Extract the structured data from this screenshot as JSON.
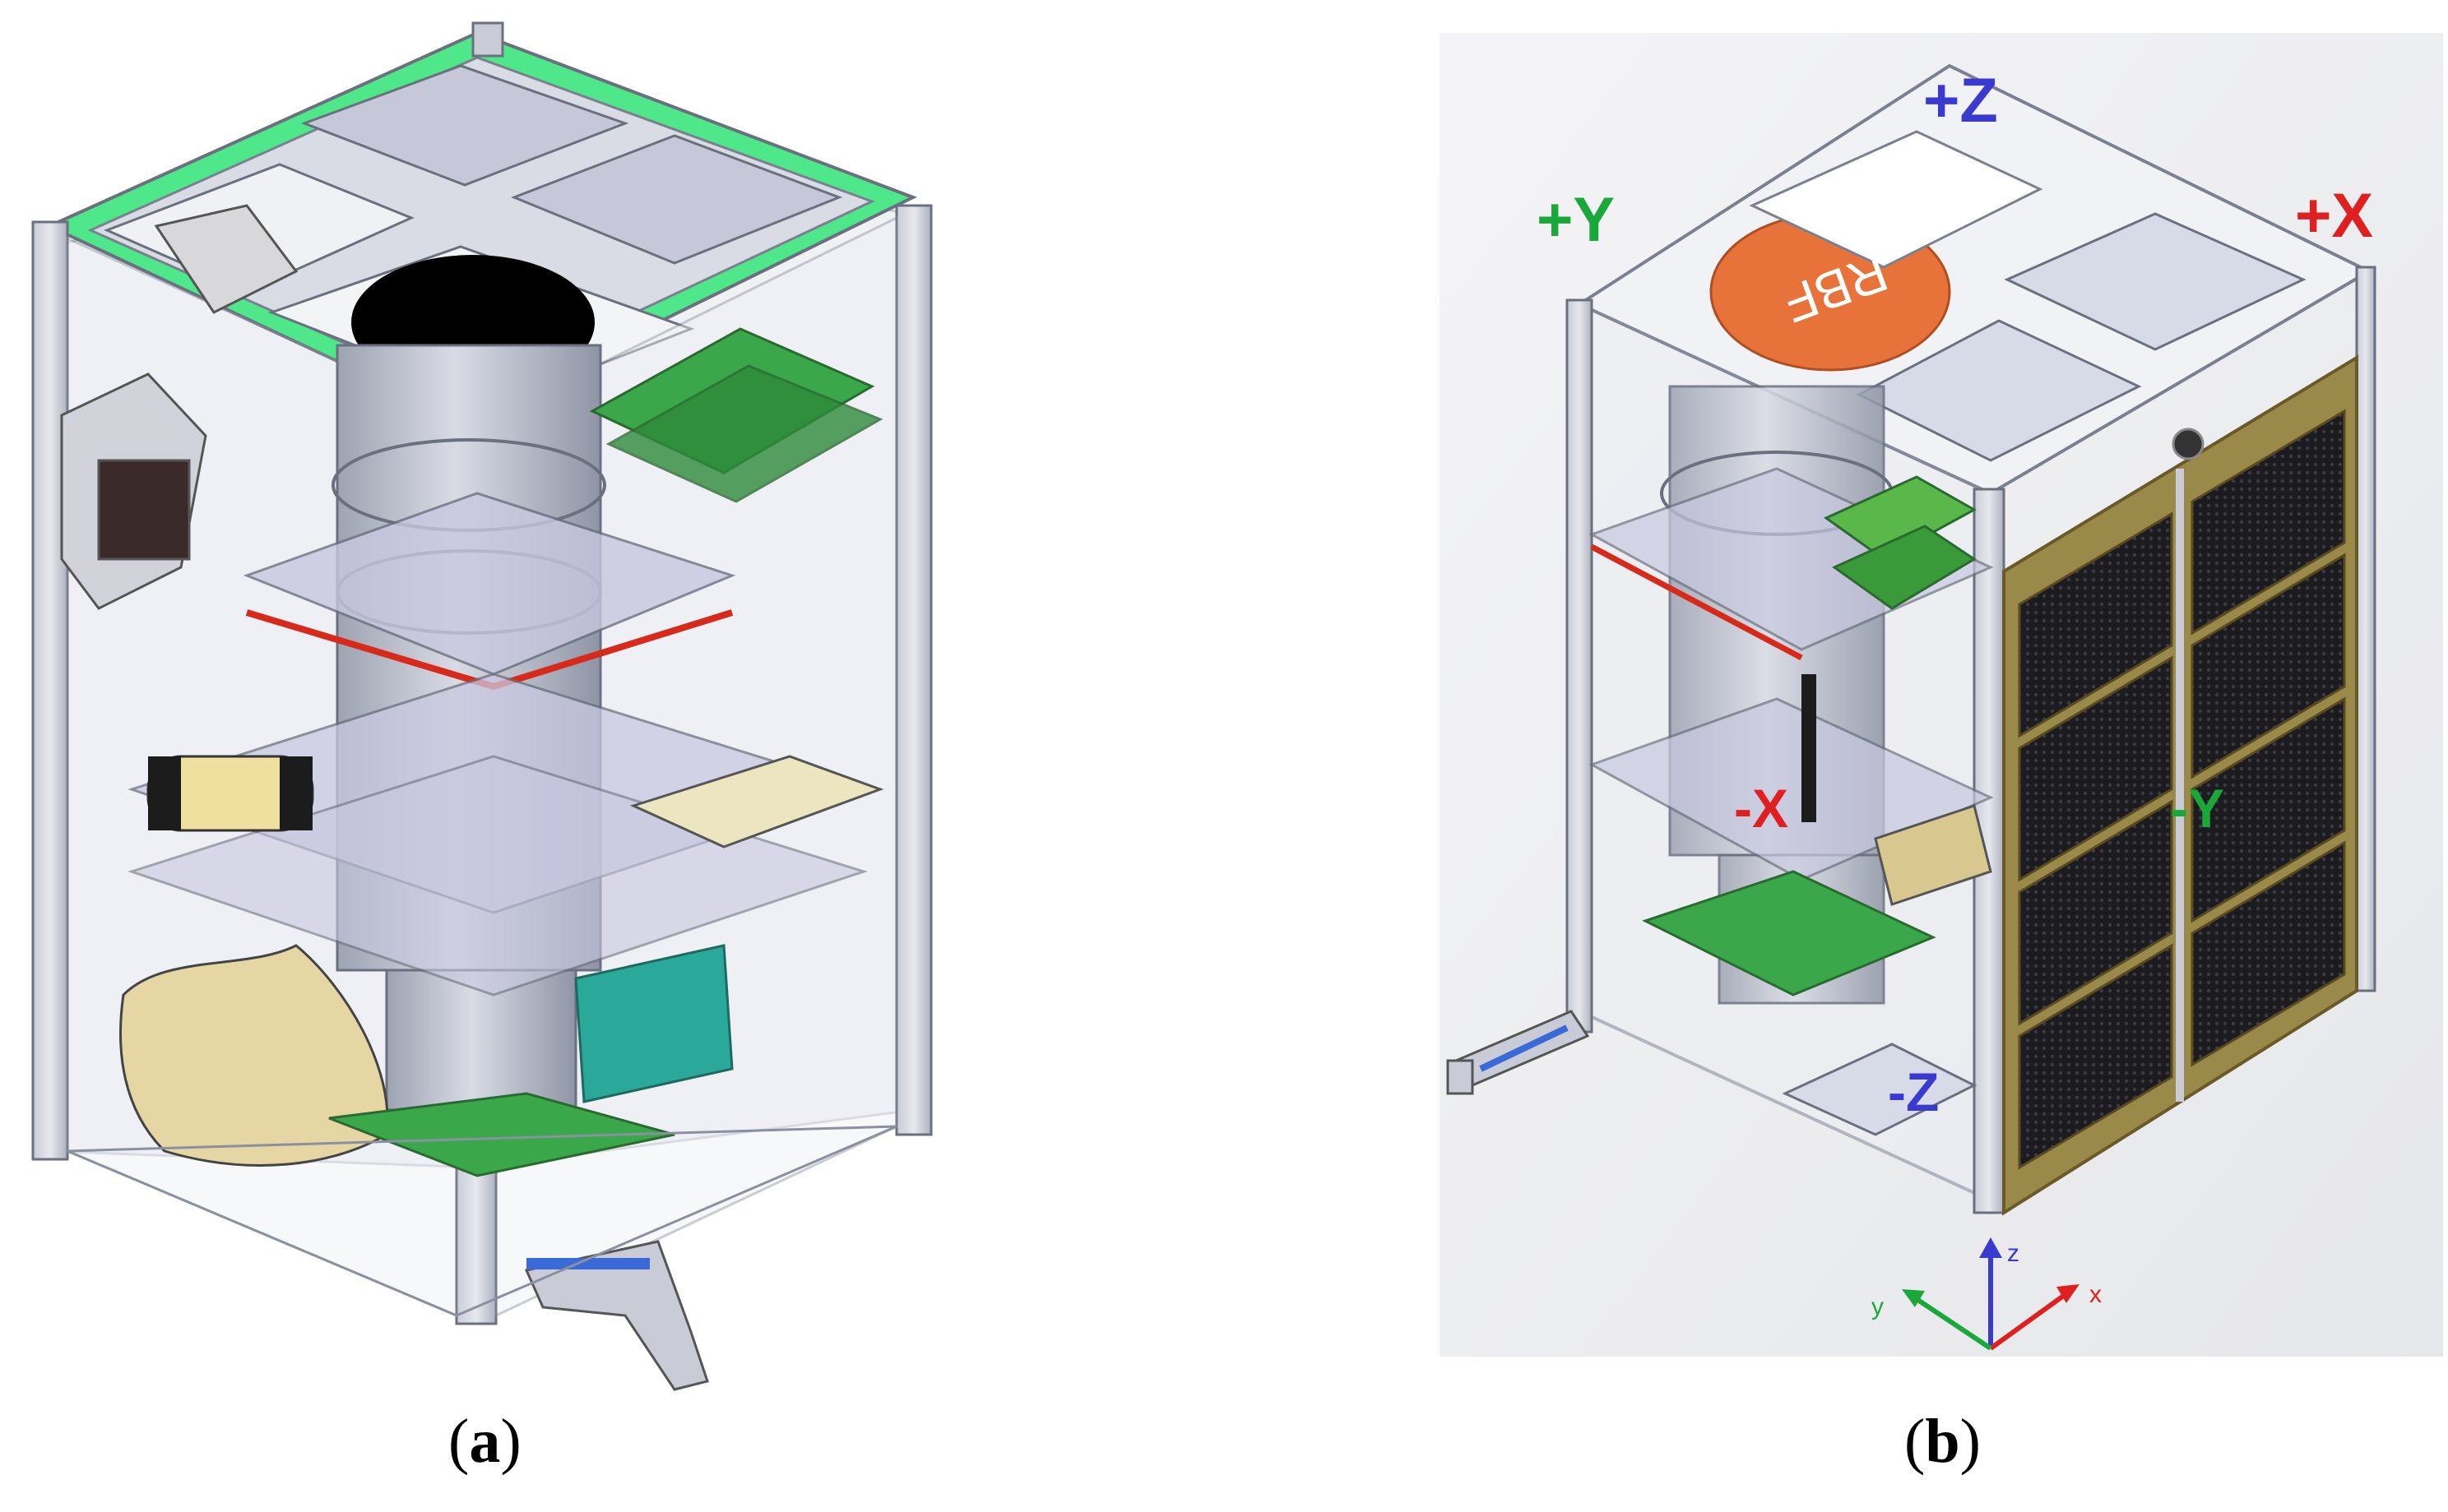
{
  "figure": {
    "panels": [
      {
        "id": "a",
        "caption_open": "(",
        "caption_letter": "a",
        "caption_close": ")"
      },
      {
        "id": "b",
        "caption_open": "(",
        "caption_letter": "b",
        "caption_close": ")"
      }
    ],
    "panel_b": {
      "face_labels": {
        "plus_z": "+Z",
        "plus_y": "+Y",
        "plus_x": "+X",
        "minus_x": "-X",
        "minus_y": "-Y",
        "minus_z": "-Z"
      },
      "rbf_tag": "RBF",
      "triad": {
        "x": "x",
        "y": "y",
        "z": "z"
      }
    },
    "colors": {
      "plus_z": "#3a3ad0",
      "plus_y": "#1aa83a",
      "plus_x": "#e02020",
      "minus_x": "#e02020",
      "minus_y": "#1aa83a",
      "minus_z": "#3a3ad0",
      "rbf": "#e8733a",
      "frame_top_a": "#4ee88a",
      "solar_cell": "#1e1e22",
      "solar_border": "#9a8a4a"
    }
  }
}
